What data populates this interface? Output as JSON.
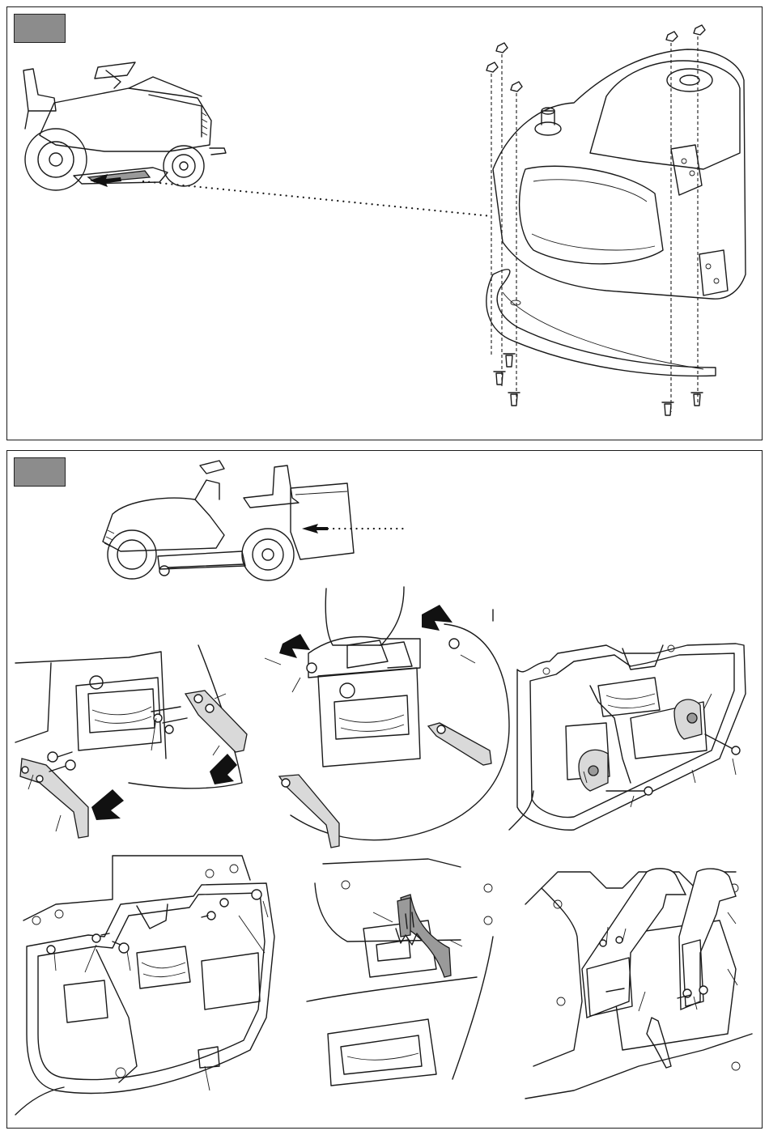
{
  "document": {
    "type": "assembly-instructions",
    "steps": [
      {
        "id": 1,
        "badge_color": "#8c8c8c"
      },
      {
        "id": 2,
        "badge_color": "#8c8c8c"
      }
    ]
  },
  "icons": {
    "tractor": "riding-mower-icon",
    "deck": "mower-deck-icon",
    "arrow": "pointing-arrow-icon"
  }
}
